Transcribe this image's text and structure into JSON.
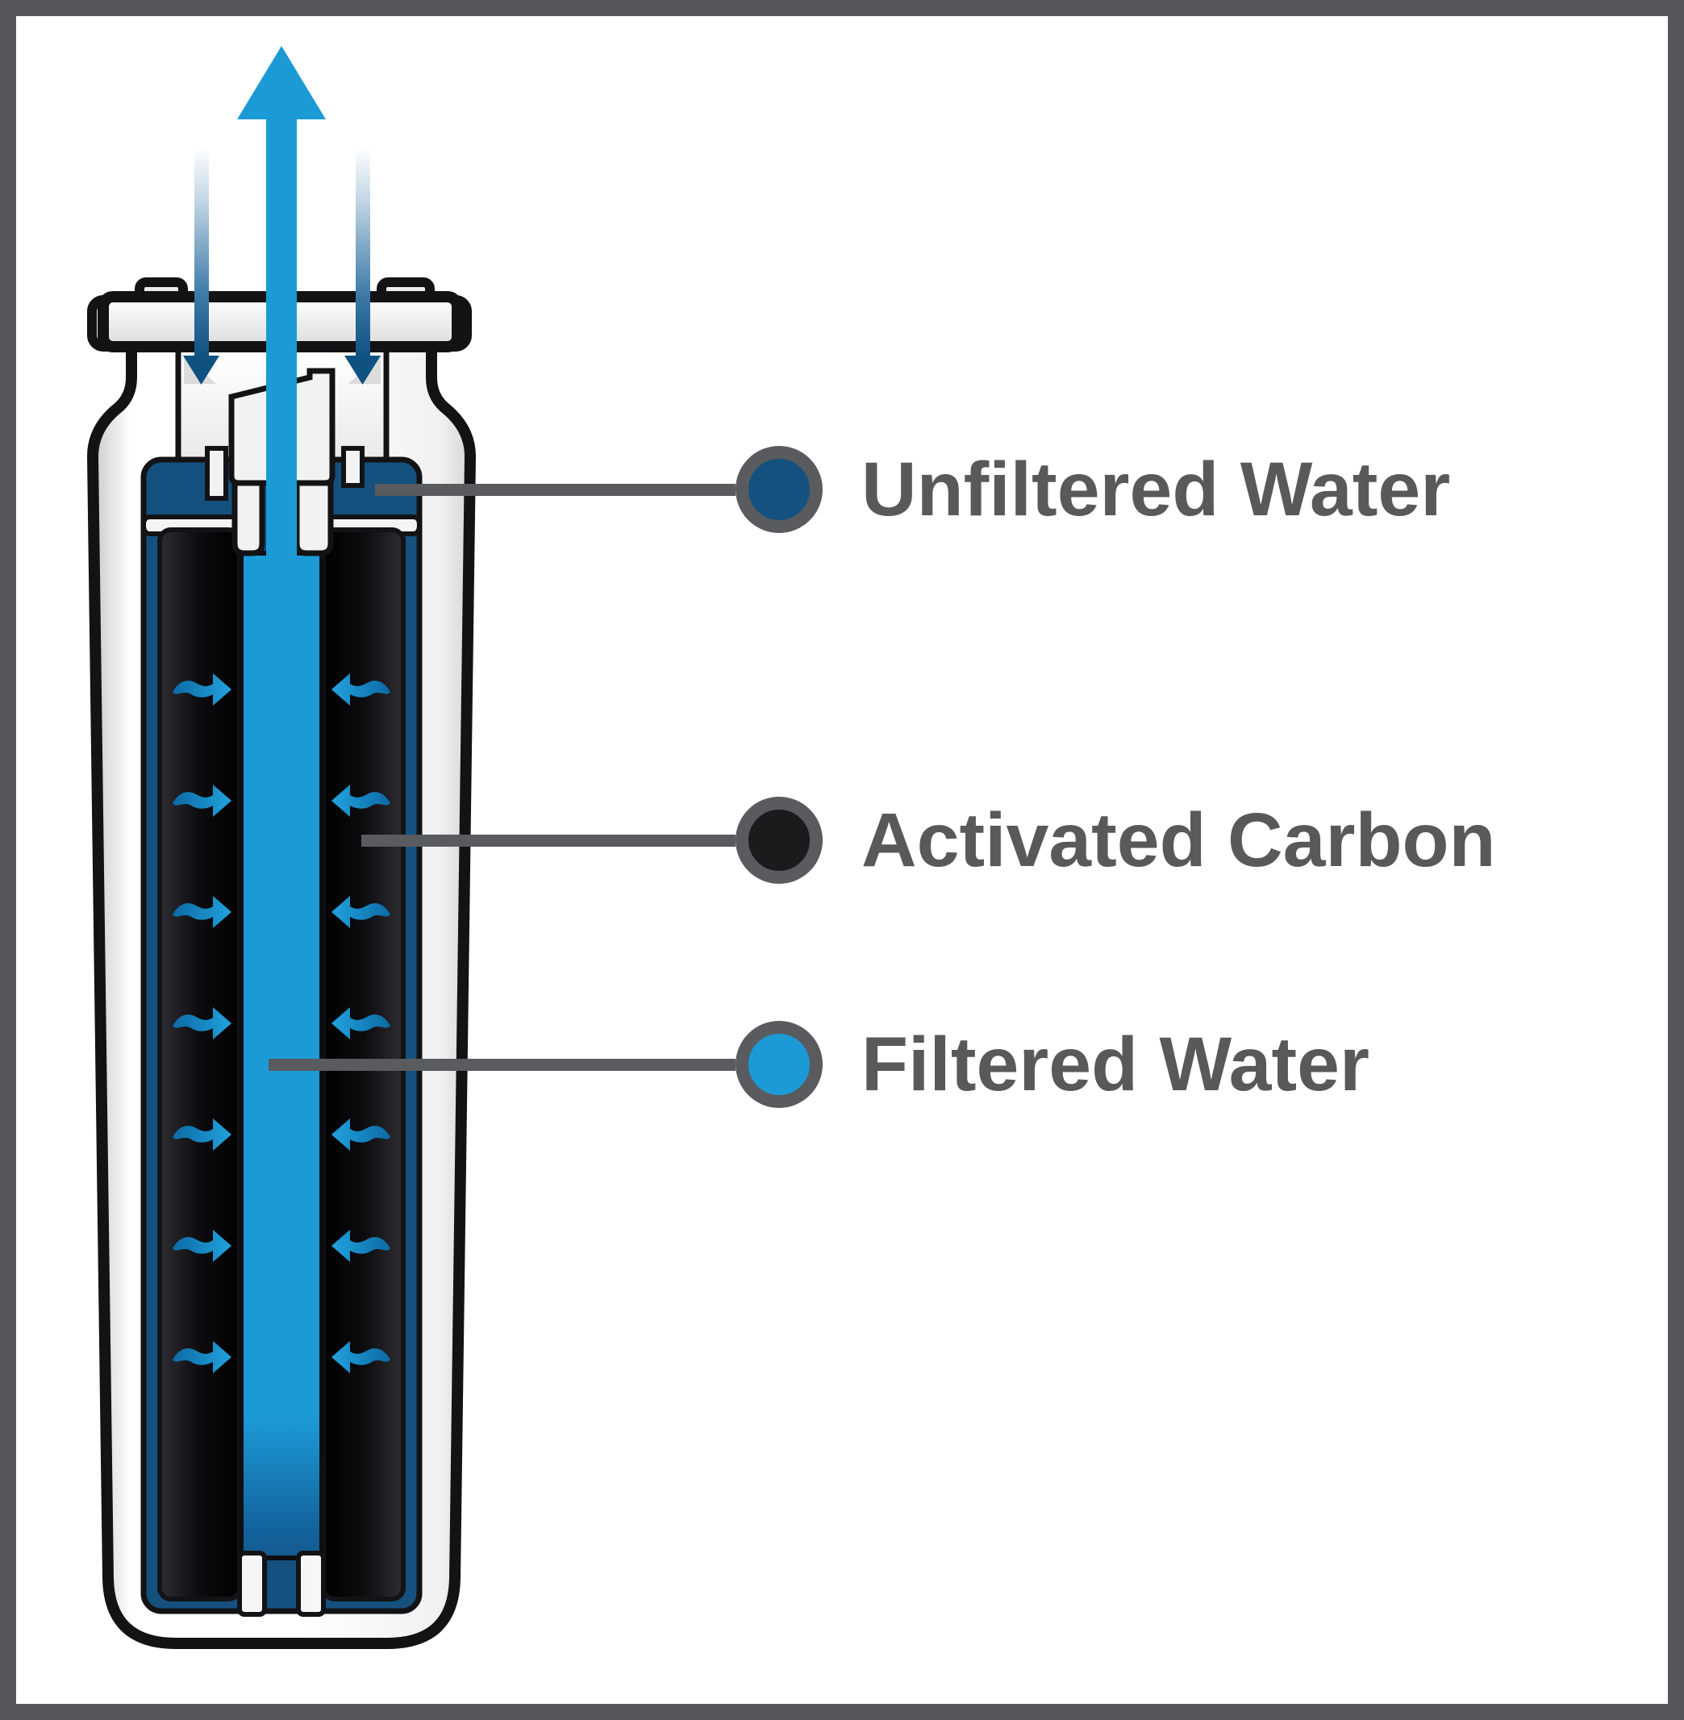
{
  "diagram": {
    "type": "water-filter-cross-section",
    "labels": [
      {
        "text": "Unfiltered Water",
        "dot_color": "#15517e"
      },
      {
        "text": "Activated Carbon",
        "dot_color": "#1b1b1e"
      },
      {
        "text": "Filtered Water",
        "dot_color": "#1c9ad6"
      }
    ],
    "colors": {
      "frame": "#54565b",
      "label_text": "#58595b",
      "connector_line": "#595b5e",
      "unfiltered_water_blue": "#15517e",
      "filtered_water_blue": "#1c9ad6",
      "activated_carbon_black": "#101013",
      "outline_black": "#131316"
    },
    "icons": [
      {
        "name": "up-arrow-icon"
      },
      {
        "name": "down-arrow-icon"
      },
      {
        "name": "wavy-arrow-icon"
      }
    ]
  }
}
